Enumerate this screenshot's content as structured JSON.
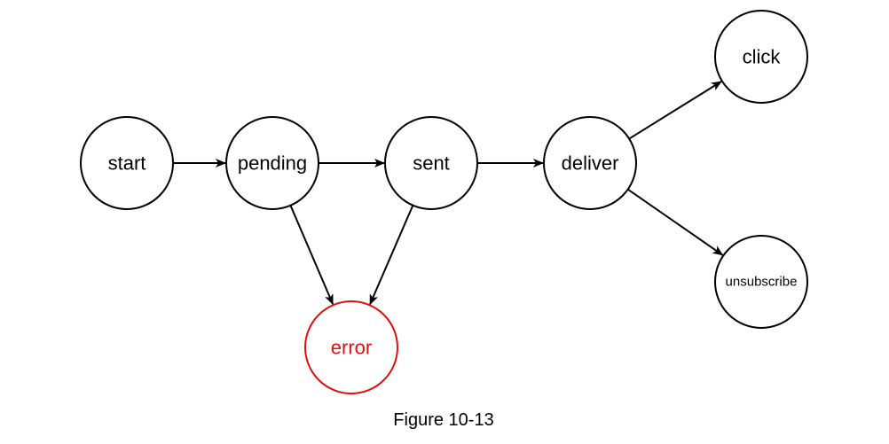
{
  "colors": {
    "default_stroke": "#000000",
    "error_stroke": "#e01010",
    "error_text": "#e01010"
  },
  "nodes": {
    "start": {
      "label": "start",
      "status": "default"
    },
    "pending": {
      "label": "pending",
      "status": "default"
    },
    "sent": {
      "label": "sent",
      "status": "default"
    },
    "deliver": {
      "label": "deliver",
      "status": "default"
    },
    "click": {
      "label": "click",
      "status": "default"
    },
    "unsubscribe": {
      "label": "unsubscribe",
      "status": "default"
    },
    "error": {
      "label": "error",
      "status": "error"
    }
  },
  "edges": [
    {
      "from": "start",
      "to": "pending"
    },
    {
      "from": "pending",
      "to": "sent"
    },
    {
      "from": "sent",
      "to": "deliver"
    },
    {
      "from": "deliver",
      "to": "click"
    },
    {
      "from": "deliver",
      "to": "unsubscribe"
    },
    {
      "from": "pending",
      "to": "error"
    },
    {
      "from": "sent",
      "to": "error"
    }
  ],
  "caption": "Figure 10-13"
}
